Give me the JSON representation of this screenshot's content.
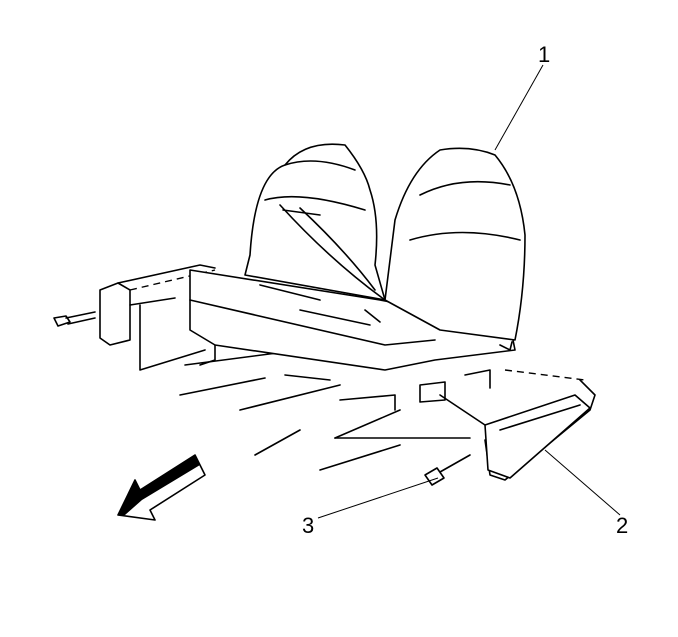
{
  "callouts": {
    "one": "1",
    "two": "2",
    "three": "3"
  },
  "colors": {
    "line": "#000000",
    "background": "#ffffff"
  },
  "icons": {
    "direction": "front-direction-arrow-icon"
  }
}
